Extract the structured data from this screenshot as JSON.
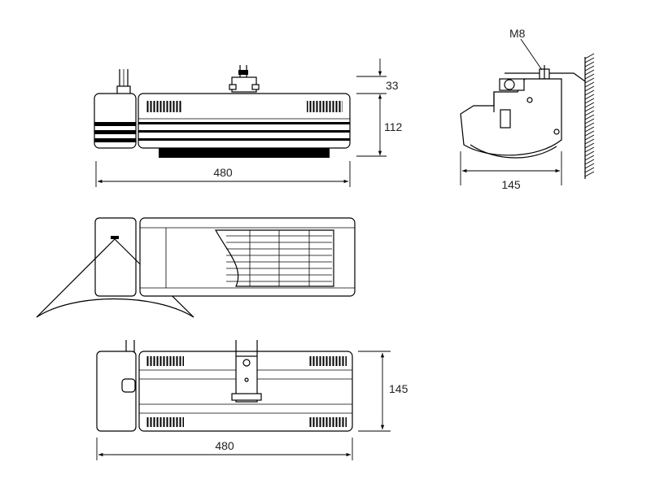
{
  "views": {
    "front": {
      "width_label": "480",
      "height_label": "112",
      "top_label": "33"
    },
    "side": {
      "depth_label": "145",
      "bolt_label": "M8"
    },
    "top": {
      "width_label": "480",
      "depth_label": "145"
    }
  },
  "colors": {
    "line": "#000000",
    "text": "#222222",
    "background": "#ffffff"
  }
}
